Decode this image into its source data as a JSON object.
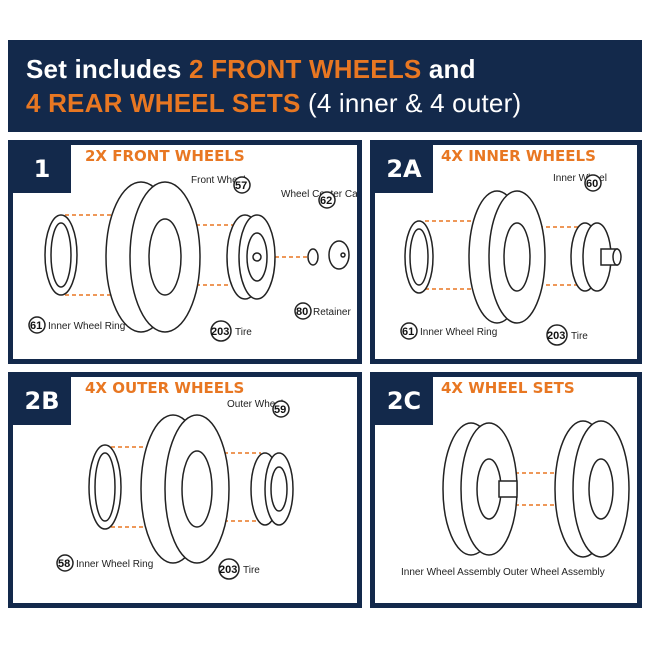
{
  "header": {
    "line1_prefix": "Set includes ",
    "line1_accent": "2 FRONT WHEELS",
    "line1_suffix": " and",
    "line2_accent": "4 REAR WHEEL SETS",
    "line2_suffix": " (4 inner & 4 outer)"
  },
  "panels": [
    {
      "badge": "1",
      "title": "2X FRONT WHEELS",
      "callouts": [
        {
          "num": "57",
          "label": "Front Wheel"
        },
        {
          "num": "62",
          "label": "Wheel Center Cap"
        },
        {
          "num": "80",
          "label": "Retainer"
        },
        {
          "num": "61",
          "label": "Inner Wheel Ring"
        },
        {
          "num": "203",
          "label": "Tire"
        }
      ]
    },
    {
      "badge": "2A",
      "title": "4X INNER WHEELS",
      "callouts": [
        {
          "num": "60",
          "label": "Inner Wheel"
        },
        {
          "num": "61",
          "label": "Inner Wheel Ring"
        },
        {
          "num": "203",
          "label": "Tire"
        }
      ]
    },
    {
      "badge": "2B",
      "title": "4X OUTER WHEELS",
      "callouts": [
        {
          "num": "59",
          "label": "Outer Wheel"
        },
        {
          "num": "58",
          "label": "Inner Wheel Ring"
        },
        {
          "num": "203",
          "label": "Tire"
        }
      ]
    },
    {
      "badge": "2C",
      "title": "4X WHEEL SETS",
      "callouts": [
        {
          "label": "Inner Wheel Assembly"
        },
        {
          "label": "Outer Wheel Assembly"
        }
      ]
    }
  ],
  "colors": {
    "navy": "#13294b",
    "orange": "#e87722"
  }
}
